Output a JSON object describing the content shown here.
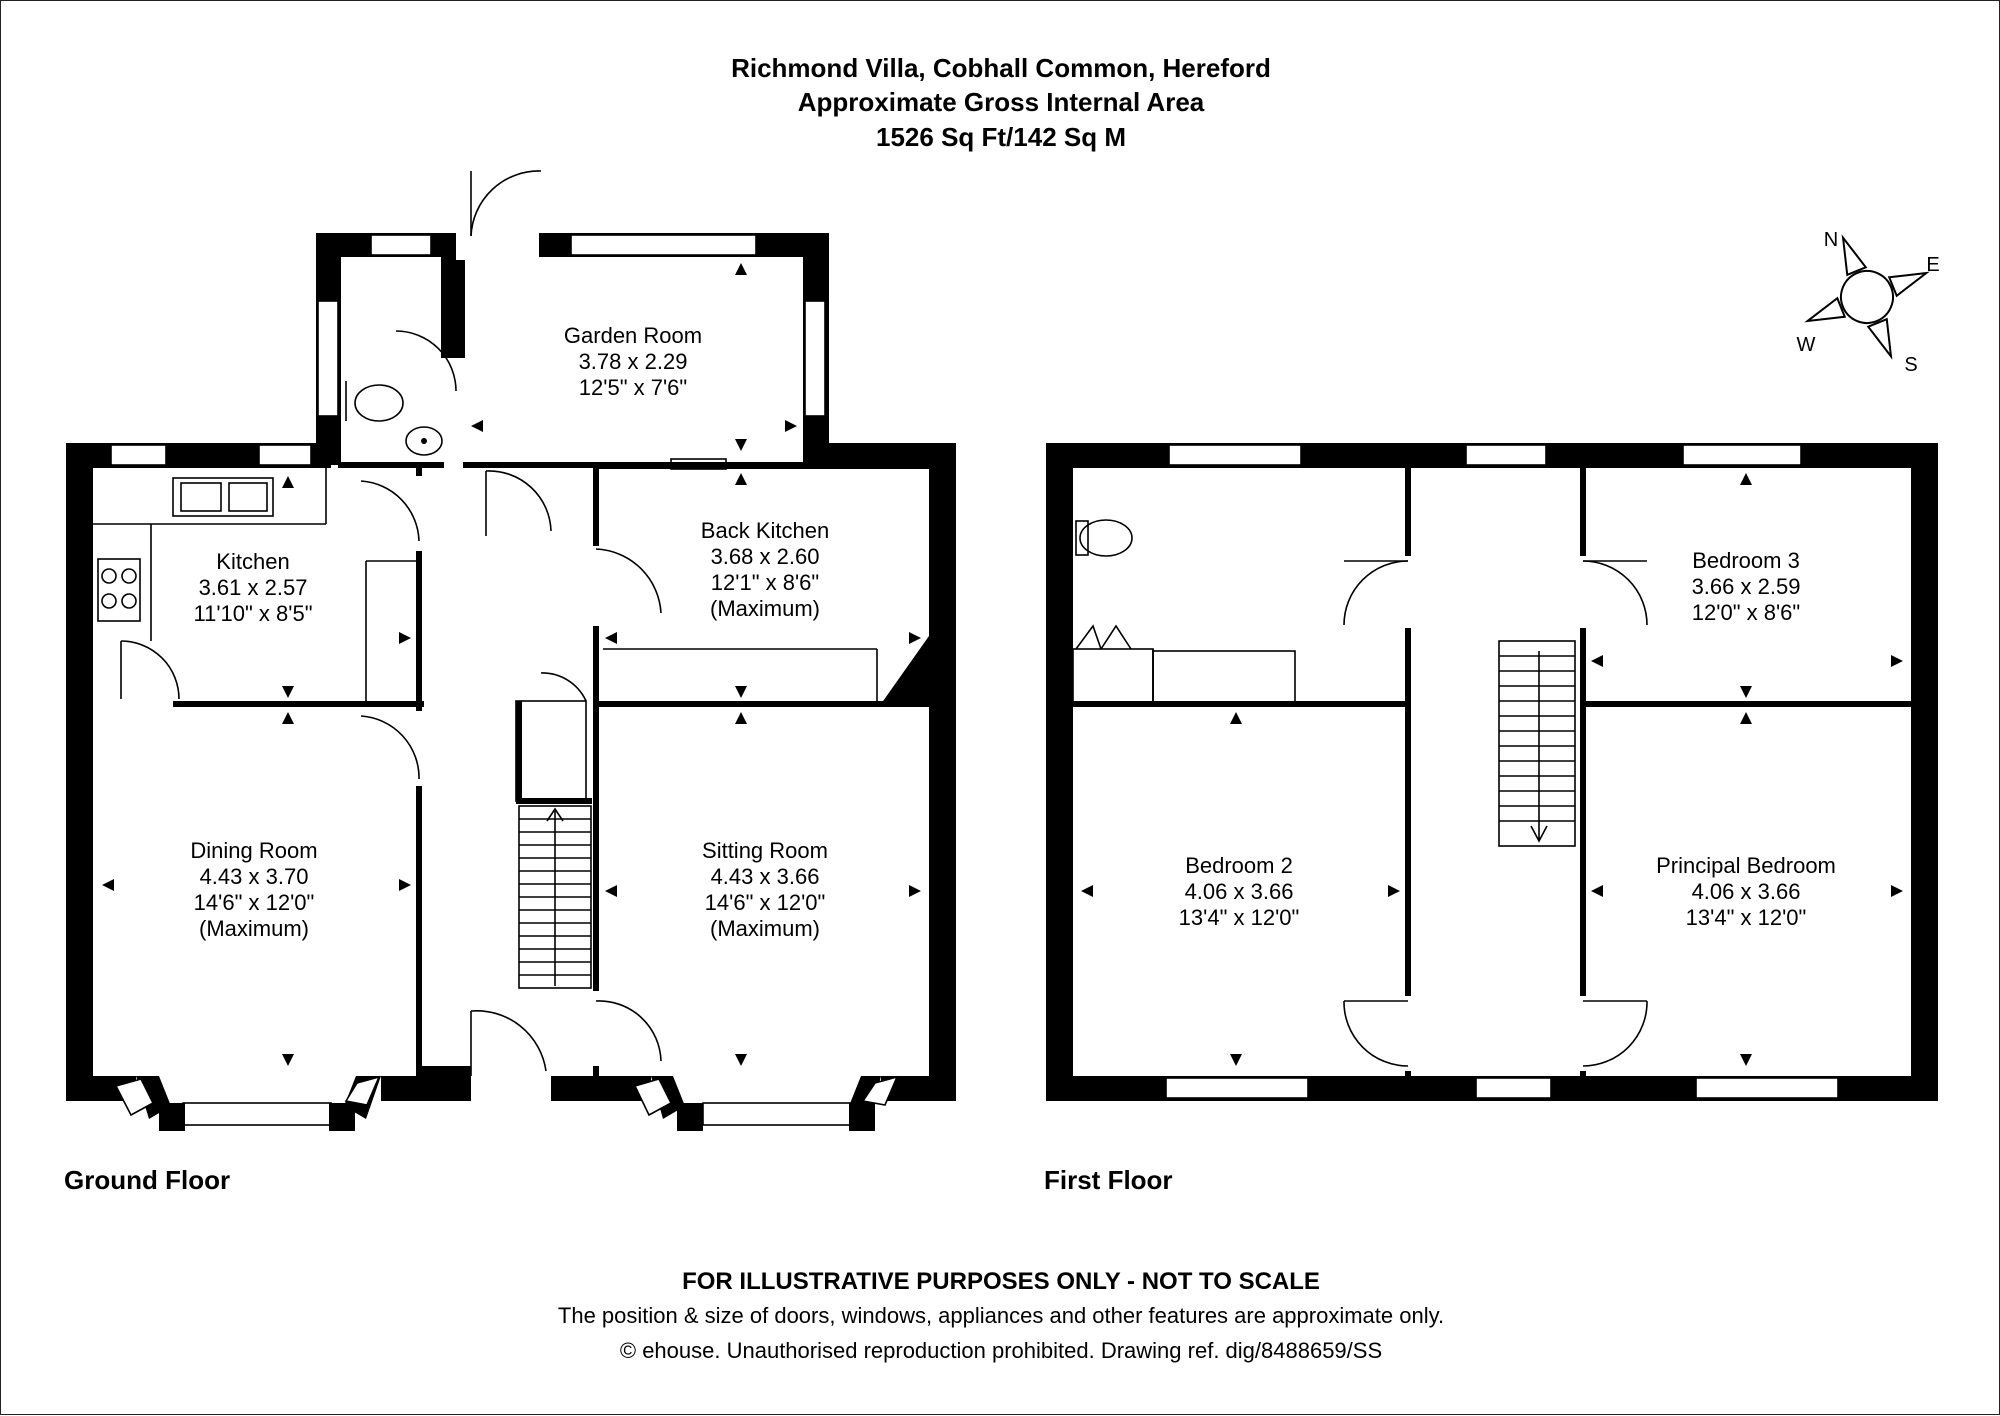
{
  "header": {
    "line1": "Richmond Villa, Cobhall Common, Hereford",
    "line2": "Approximate Gross Internal Area",
    "line3": "1526 Sq Ft/142 Sq M"
  },
  "compass": {
    "n": "N",
    "e": "E",
    "s": "S",
    "w": "W"
  },
  "ground_floor": {
    "label": "Ground Floor",
    "rooms": {
      "garden_room": {
        "name": "Garden Room",
        "metric": "3.78 x 2.29",
        "imperial": "12'5\" x 7'6\"",
        "note": ""
      },
      "kitchen": {
        "name": "Kitchen",
        "metric": "3.61 x 2.57",
        "imperial": "11'10\" x 8'5\"",
        "note": ""
      },
      "back_kitchen": {
        "name": "Back Kitchen",
        "metric": "3.68 x 2.60",
        "imperial": "12'1\" x 8'6\"",
        "note": "(Maximum)"
      },
      "dining_room": {
        "name": "Dining Room",
        "metric": "4.43 x 3.70",
        "imperial": "14'6\" x 12'0\"",
        "note": "(Maximum)"
      },
      "sitting_room": {
        "name": "Sitting Room",
        "metric": "4.43 x 3.66",
        "imperial": "14'6\" x 12'0\"",
        "note": "(Maximum)"
      }
    }
  },
  "first_floor": {
    "label": "First Floor",
    "rooms": {
      "bedroom_3": {
        "name": "Bedroom 3",
        "metric": "3.66 x 2.59",
        "imperial": "12'0\" x 8'6\""
      },
      "bedroom_2": {
        "name": "Bedroom 2",
        "metric": "4.06 x 3.66",
        "imperial": "13'4\" x 12'0\""
      },
      "principal_bedroom": {
        "name": "Principal Bedroom",
        "metric": "4.06 x 3.66",
        "imperial": "13'4\" x 12'0\""
      }
    }
  },
  "footer": {
    "disclaimer": "FOR ILLUSTRATIVE PURPOSES ONLY - NOT TO SCALE",
    "line2": "The position & size of doors, windows, appliances and other features are approximate only.",
    "line3": "© ehouse. Unauthorised reproduction prohibited. Drawing ref. dig/8488659/SS"
  }
}
